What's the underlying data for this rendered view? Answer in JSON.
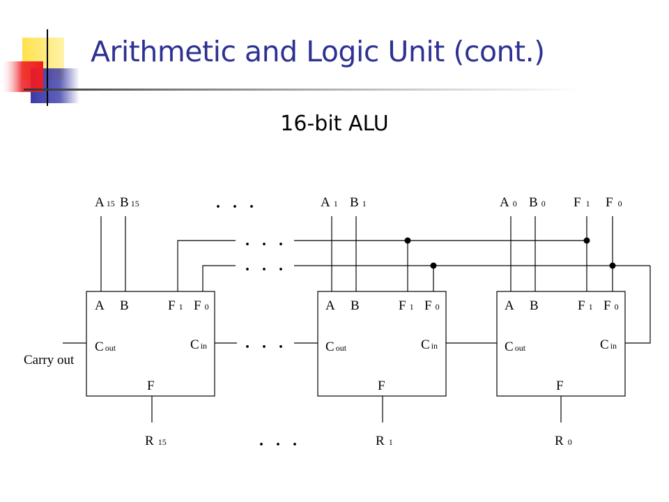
{
  "title": "Arithmetic and Logic Unit (cont.)",
  "subtitle": "16-bit ALU",
  "colors": {
    "title": "#2e3192",
    "deco_yellow": "#ffe14d",
    "deco_red": "#ee1c24",
    "deco_blue": "#3a3aa8"
  },
  "ellipsis": ". . .",
  "carry_out_label": "Carry out",
  "top_inputs": {
    "a15": {
      "main": "A",
      "sub": "15"
    },
    "b15": {
      "main": "B",
      "sub": "15"
    },
    "a1": {
      "main": "A",
      "sub": "1"
    },
    "b1": {
      "main": "B",
      "sub": "1"
    },
    "a0": {
      "main": "A",
      "sub": "0"
    },
    "b0": {
      "main": "B",
      "sub": "0"
    },
    "f1": {
      "main": "F",
      "sub": "1"
    },
    "f0": {
      "main": "F",
      "sub": "0"
    }
  },
  "slice_ports": {
    "a": "A",
    "b": "B",
    "f1": {
      "main": "F",
      "sub": "1"
    },
    "f0": {
      "main": "F",
      "sub": "0"
    },
    "cout": {
      "main": "C",
      "sub": "out"
    },
    "cin": {
      "main": "C",
      "sub": "in"
    },
    "f": "F"
  },
  "outputs": {
    "r15": {
      "main": "R",
      "sub": "15"
    },
    "r1": {
      "main": "R",
      "sub": "1"
    },
    "r0": {
      "main": "R",
      "sub": "0"
    }
  }
}
